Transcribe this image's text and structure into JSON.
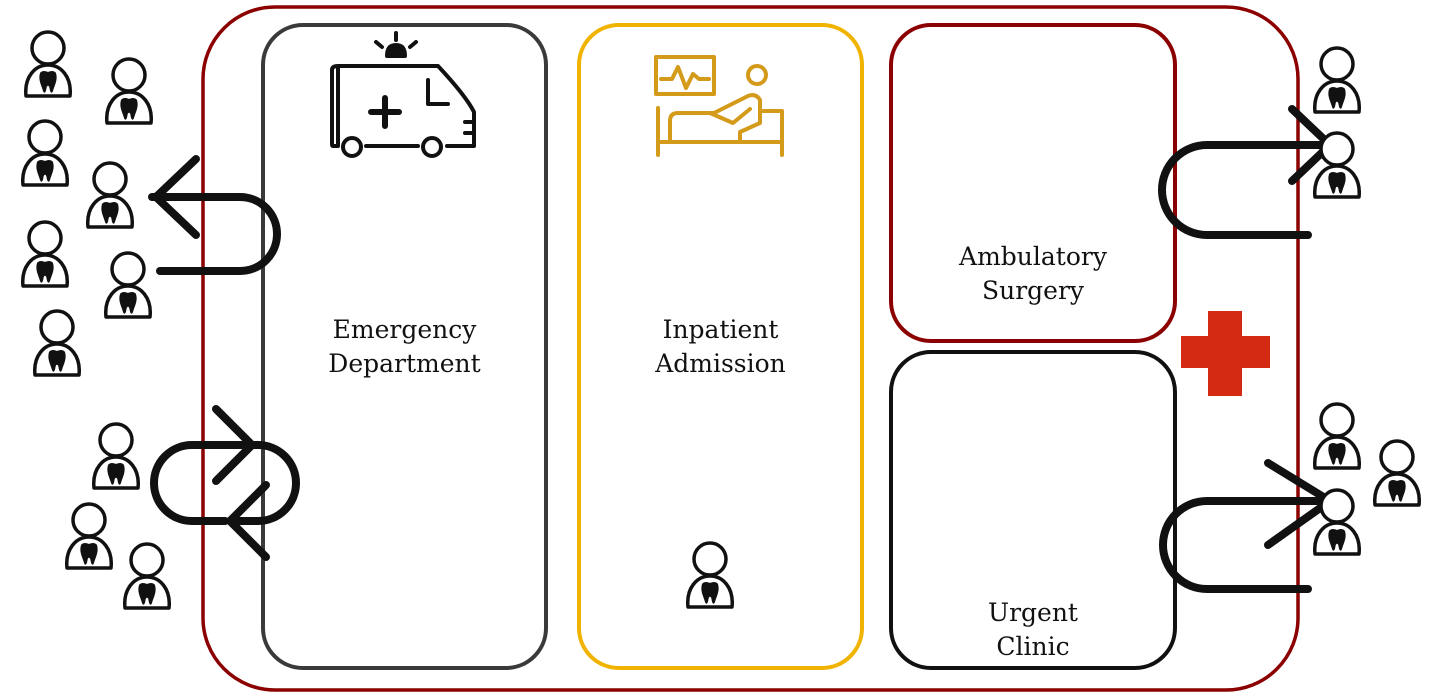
{
  "colors": {
    "hospital_border": "#8b0000",
    "emergency_border": "#3a3a3a",
    "inpatient_border": "#f0b400",
    "ambulatory_border": "#8b0000",
    "urgent_border": "#111111",
    "icon_gold": "#d49a1a",
    "red_cross": "#d42a14",
    "ink": "#111111"
  },
  "units": {
    "emergency": {
      "line1": "Emergency",
      "line2": "Department"
    },
    "inpatient": {
      "line1": "Inpatient",
      "line2": "Admission"
    },
    "ambulatory": {
      "line1": "Ambulatory",
      "line2": "Surgery"
    },
    "urgent": {
      "line1": "Urgent",
      "line2": "Clinic"
    }
  },
  "icons": {
    "ambulance": "ambulance-icon",
    "patient_bed": "patient-bed-icon",
    "red_cross": "red-cross-icon",
    "person": "dental-patient-icon"
  }
}
